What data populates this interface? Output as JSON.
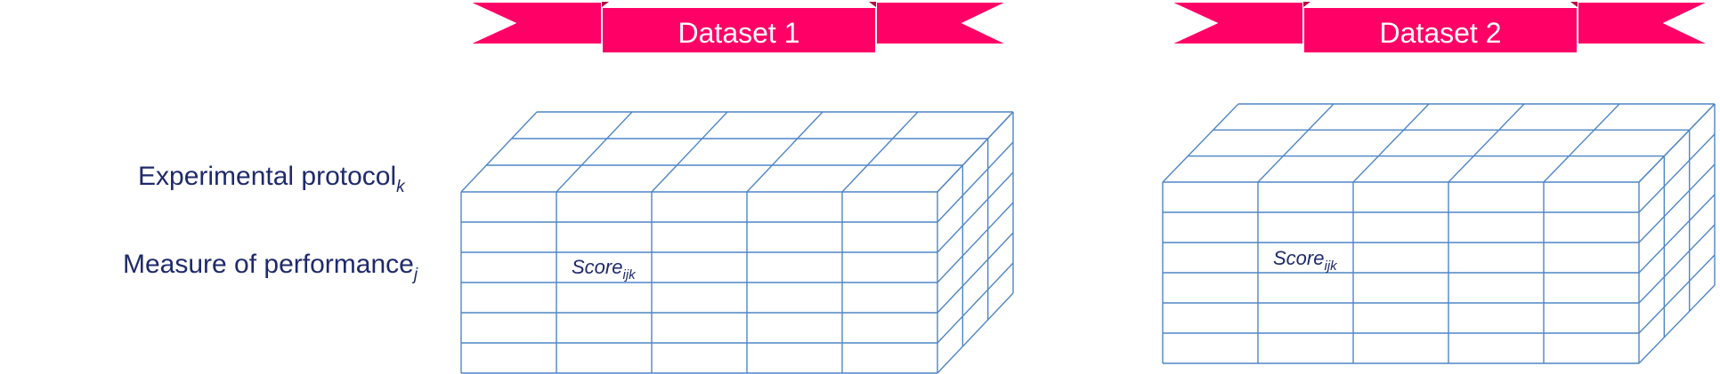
{
  "colors": {
    "banner": "#ff0066",
    "banner_text": "#ffffff",
    "grid": "#4f86c6",
    "label": "#1f2a6b"
  },
  "labels": {
    "protocol_main": "Experimental  protocol",
    "protocol_sub": "k",
    "measure_main": "Measure  of performance",
    "measure_sub": "j"
  },
  "datasets": [
    {
      "title": "Dataset 1",
      "cell_main": "Score",
      "cell_sub": "ijk"
    },
    {
      "title": "Dataset 2",
      "cell_main": "Score",
      "cell_sub": "ijk"
    }
  ]
}
